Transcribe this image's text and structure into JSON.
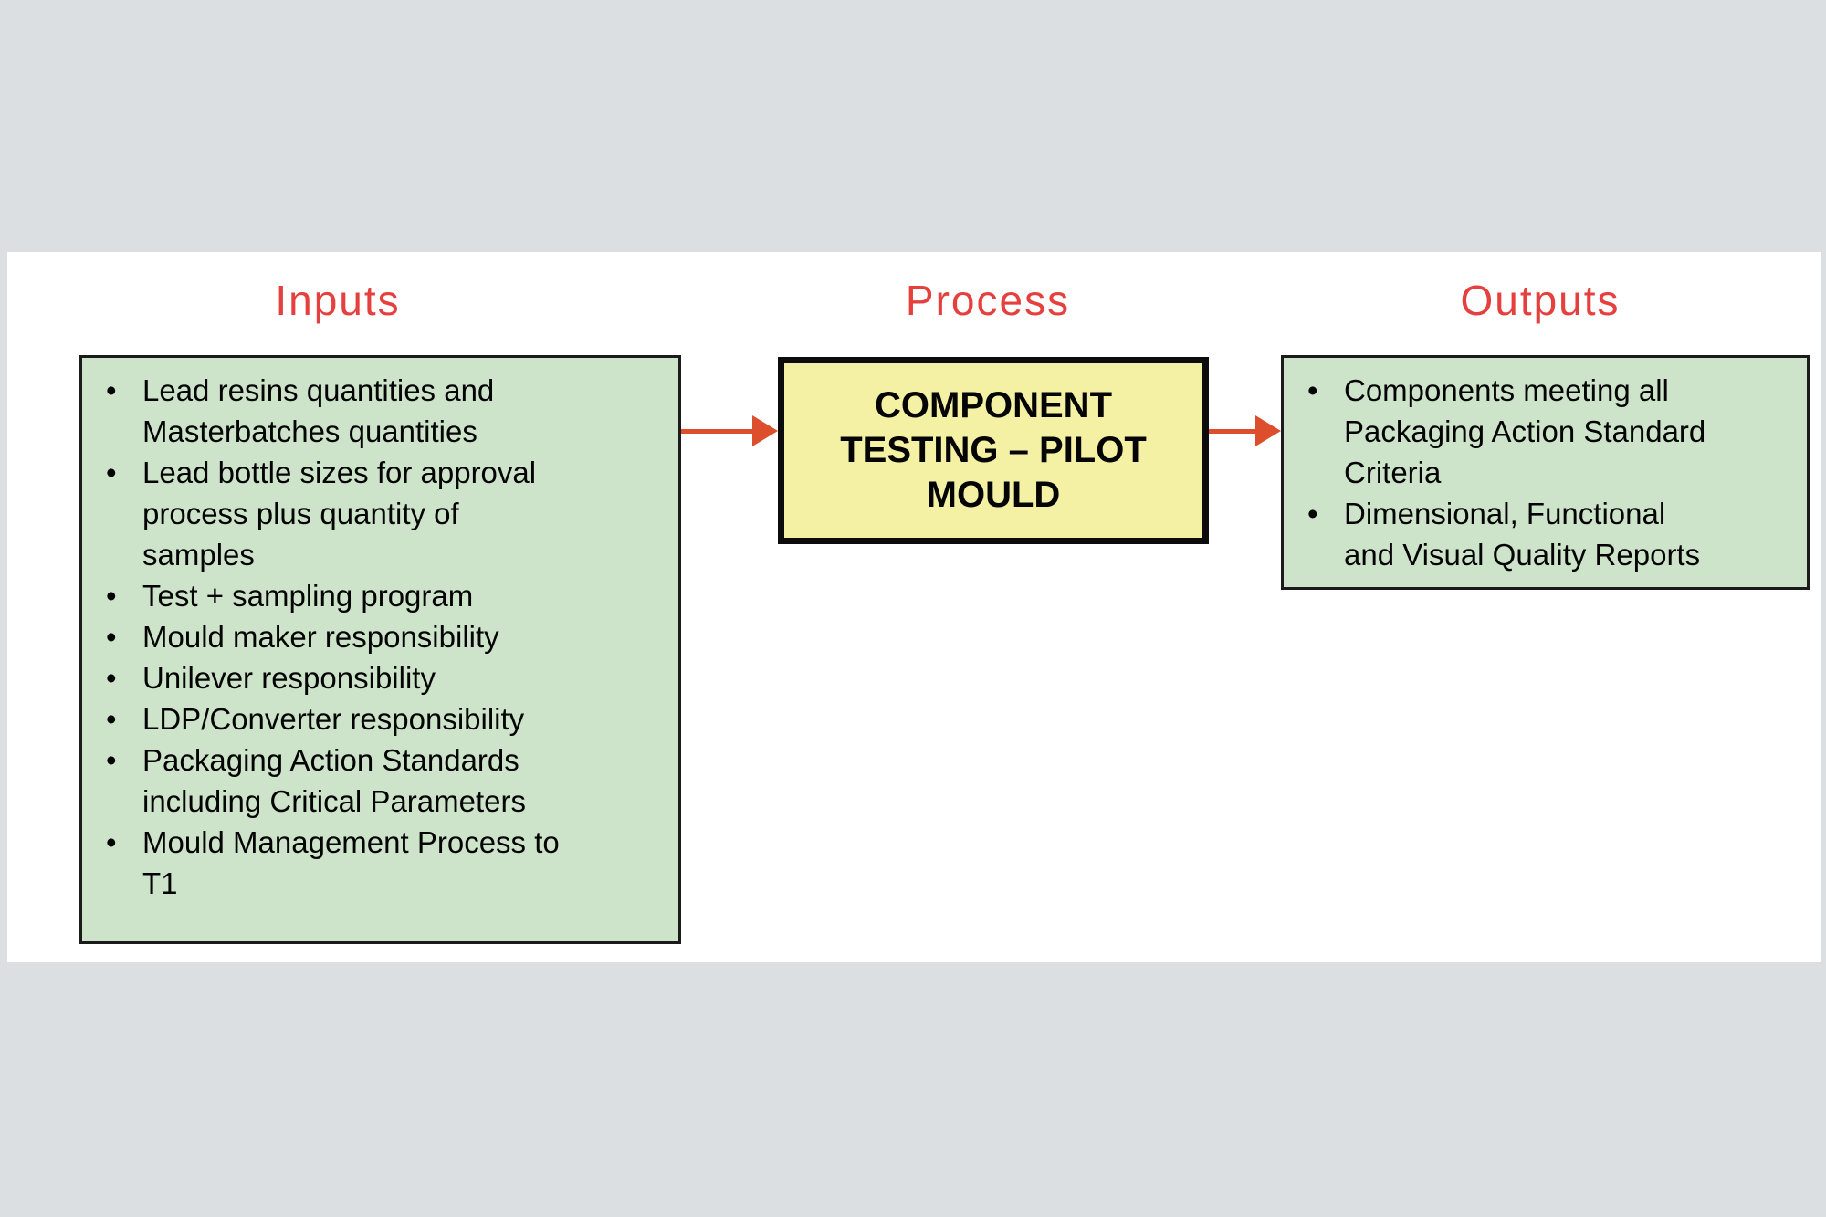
{
  "diagram": {
    "inputs": {
      "heading": "Inputs",
      "items": [
        "Lead resins quantities and\nMasterbatches quantities",
        "Lead bottle sizes for approval\nprocess plus quantity of\nsamples",
        "Test + sampling program",
        "Mould maker responsibility",
        "Unilever responsibility",
        "LDP/Converter responsibility",
        "Packaging Action Standards\nincluding Critical Parameters",
        "Mould Management Process to\nT1"
      ]
    },
    "process": {
      "heading": "Process",
      "box_label": "COMPONENT\nTESTING – PILOT\nMOULD"
    },
    "outputs": {
      "heading": "Outputs",
      "items": [
        "Components meeting all\nPackaging Action Standard\nCriteria",
        "Dimensional, Functional\nand Visual Quality Reports"
      ]
    },
    "colors": {
      "page_background": "#dbdfe2",
      "slide_background": "#ffffff",
      "heading_red": "#e5403d",
      "arrow_red": "#dd4e2c",
      "green_box_fill": "#cde4ca",
      "yellow_box_fill": "#f4f1a4",
      "box_border": "#1b1b1b"
    }
  }
}
